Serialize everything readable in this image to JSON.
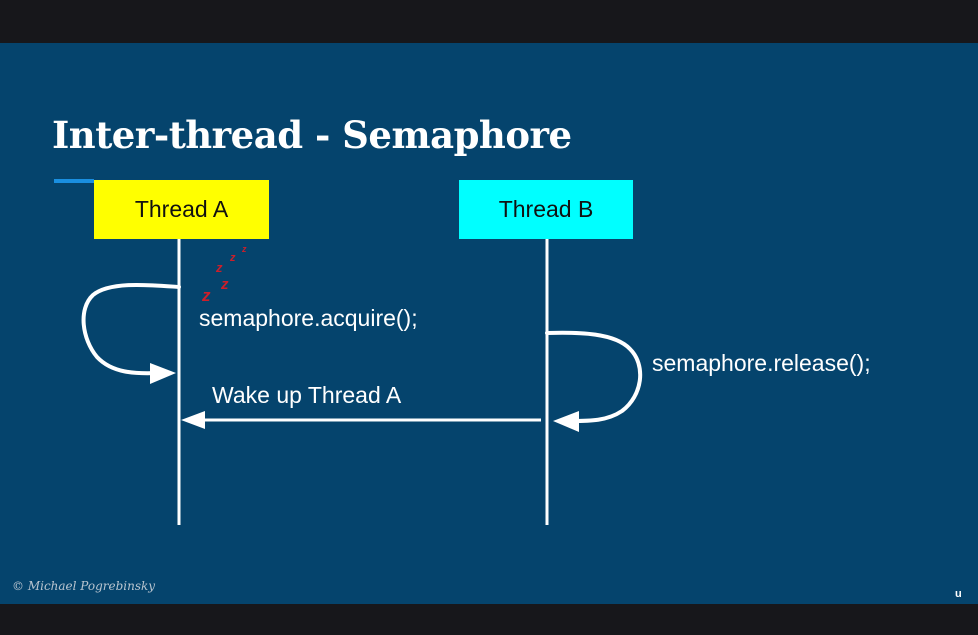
{
  "slide": {
    "title": "Inter-thread - Semaphore",
    "copyright": "© Michael Pogrebinsky",
    "brand_mark": "u"
  },
  "threads": {
    "a": {
      "label": "Thread A",
      "color": "#ffff00"
    },
    "b": {
      "label": "Thread B",
      "color": "#00ffff"
    }
  },
  "messages": {
    "acquire": "semaphore.acquire();",
    "release": "semaphore.release();",
    "wake": "Wake up Thread A"
  },
  "sleep_indicator": {
    "glyph": "zzz",
    "color": "#cc1f2a"
  },
  "colors": {
    "slide_background": "#05446d",
    "accent_underline": "#1a8fe0",
    "line": "#ffffff"
  }
}
